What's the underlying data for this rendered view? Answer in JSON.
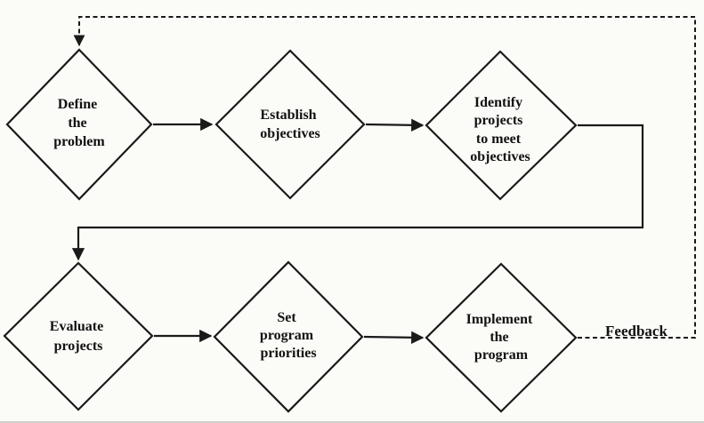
{
  "diagram": {
    "type": "flowchart",
    "colors": {
      "line": "#1a1a1a",
      "text": "#111111",
      "background": "#fbfbf8",
      "scan_edge": "#cfcfc9"
    },
    "nodes": [
      {
        "id": "define-the-problem",
        "shape": "diamond",
        "lines": [
          "Define",
          "the",
          "problem"
        ]
      },
      {
        "id": "establish-objectives",
        "shape": "diamond",
        "lines": [
          "Establish",
          "objectives"
        ]
      },
      {
        "id": "identify-projects-to-meet-objectives",
        "shape": "diamond",
        "lines": [
          "Identify",
          "projects",
          "to meet",
          "objectives"
        ]
      },
      {
        "id": "evaluate-projects",
        "shape": "diamond",
        "lines": [
          "Evaluate",
          "projects"
        ]
      },
      {
        "id": "set-program-priorities",
        "shape": "diamond",
        "lines": [
          "Set",
          "program",
          "priorities"
        ]
      },
      {
        "id": "implement-the-program",
        "shape": "diamond",
        "lines": [
          "Implement",
          "the",
          "program"
        ]
      }
    ],
    "edges": [
      {
        "from": "define-the-problem",
        "to": "establish-objectives",
        "style": "solid"
      },
      {
        "from": "establish-objectives",
        "to": "identify-projects-to-meet-objectives",
        "style": "solid"
      },
      {
        "from": "identify-projects-to-meet-objectives",
        "to": "evaluate-projects",
        "style": "solid"
      },
      {
        "from": "evaluate-projects",
        "to": "set-program-priorities",
        "style": "solid"
      },
      {
        "from": "set-program-priorities",
        "to": "implement-the-program",
        "style": "solid"
      },
      {
        "from": "implement-the-program",
        "to": "define-the-problem",
        "style": "dashed",
        "label": "Feedback"
      }
    ],
    "feedback_label": "Feedback"
  }
}
